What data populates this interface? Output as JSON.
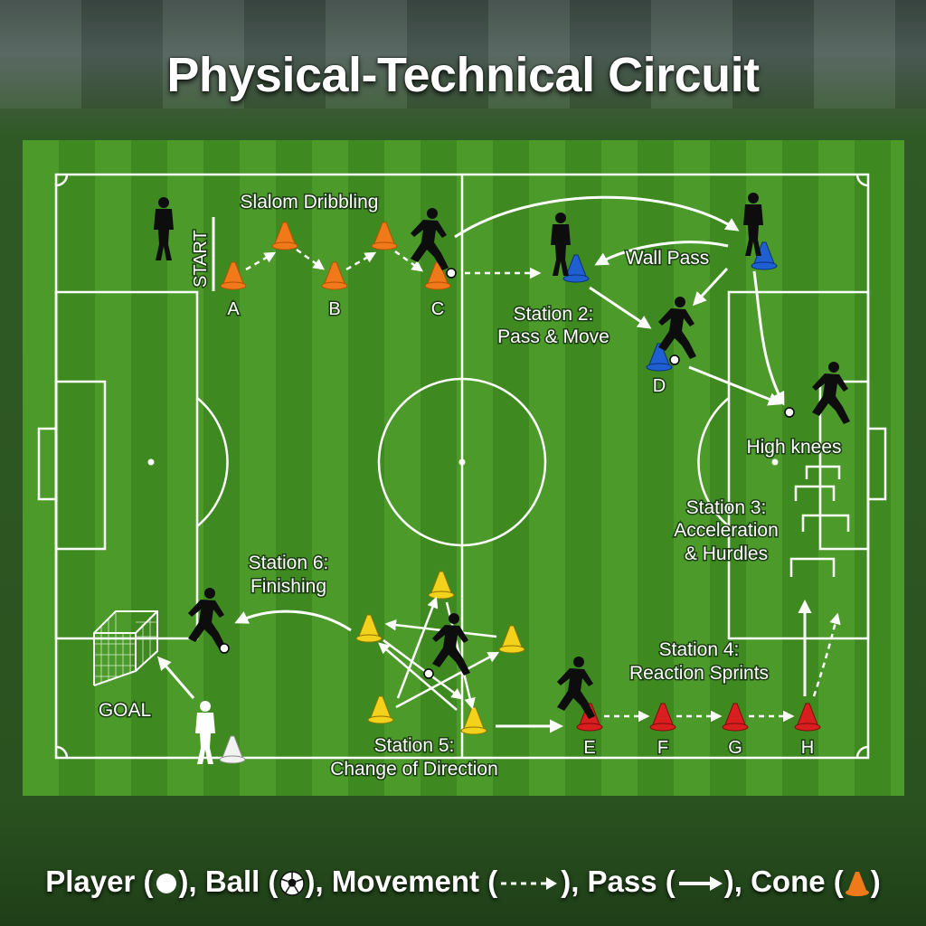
{
  "title": "Physical-Technical Circuit",
  "start_label": "START",
  "stations": {
    "slalom": "Slalom Dribbling",
    "station2_line1": "Station 2:",
    "station2_line2": "Pass & Move",
    "wall_pass": "Wall Pass",
    "high_knees": "High knees",
    "station3_line1": "Station 3:",
    "station3_line2": "Acceleration",
    "station3_line3": "& Hurdles",
    "station4_line1": "Station 4:",
    "station4_line2": "Reaction Sprints",
    "station5_line1": "Station 5:",
    "station5_line2": "Change of Direction",
    "station6_line1": "Station 6:",
    "station6_line2": "Finishing",
    "goal": "GOAL"
  },
  "cone_labels": {
    "a": "A",
    "b": "B",
    "c": "C",
    "d": "D",
    "e": "E",
    "f": "F",
    "g": "G",
    "h": "H"
  },
  "legend": {
    "player": "Player (",
    "ball": "), Ball (",
    "movement": "), Movement (",
    "pass": "), Pass (",
    "cone": "), Cone (",
    "end": ")"
  },
  "colors": {
    "grass_light": "#4f9a2c",
    "grass_dark": "#3f8a22",
    "line": "#ffffff",
    "cone_orange": "#f07a1a",
    "cone_blue": "#1f5fd0",
    "cone_yellow": "#f2d21a",
    "cone_red": "#d81e1e"
  }
}
